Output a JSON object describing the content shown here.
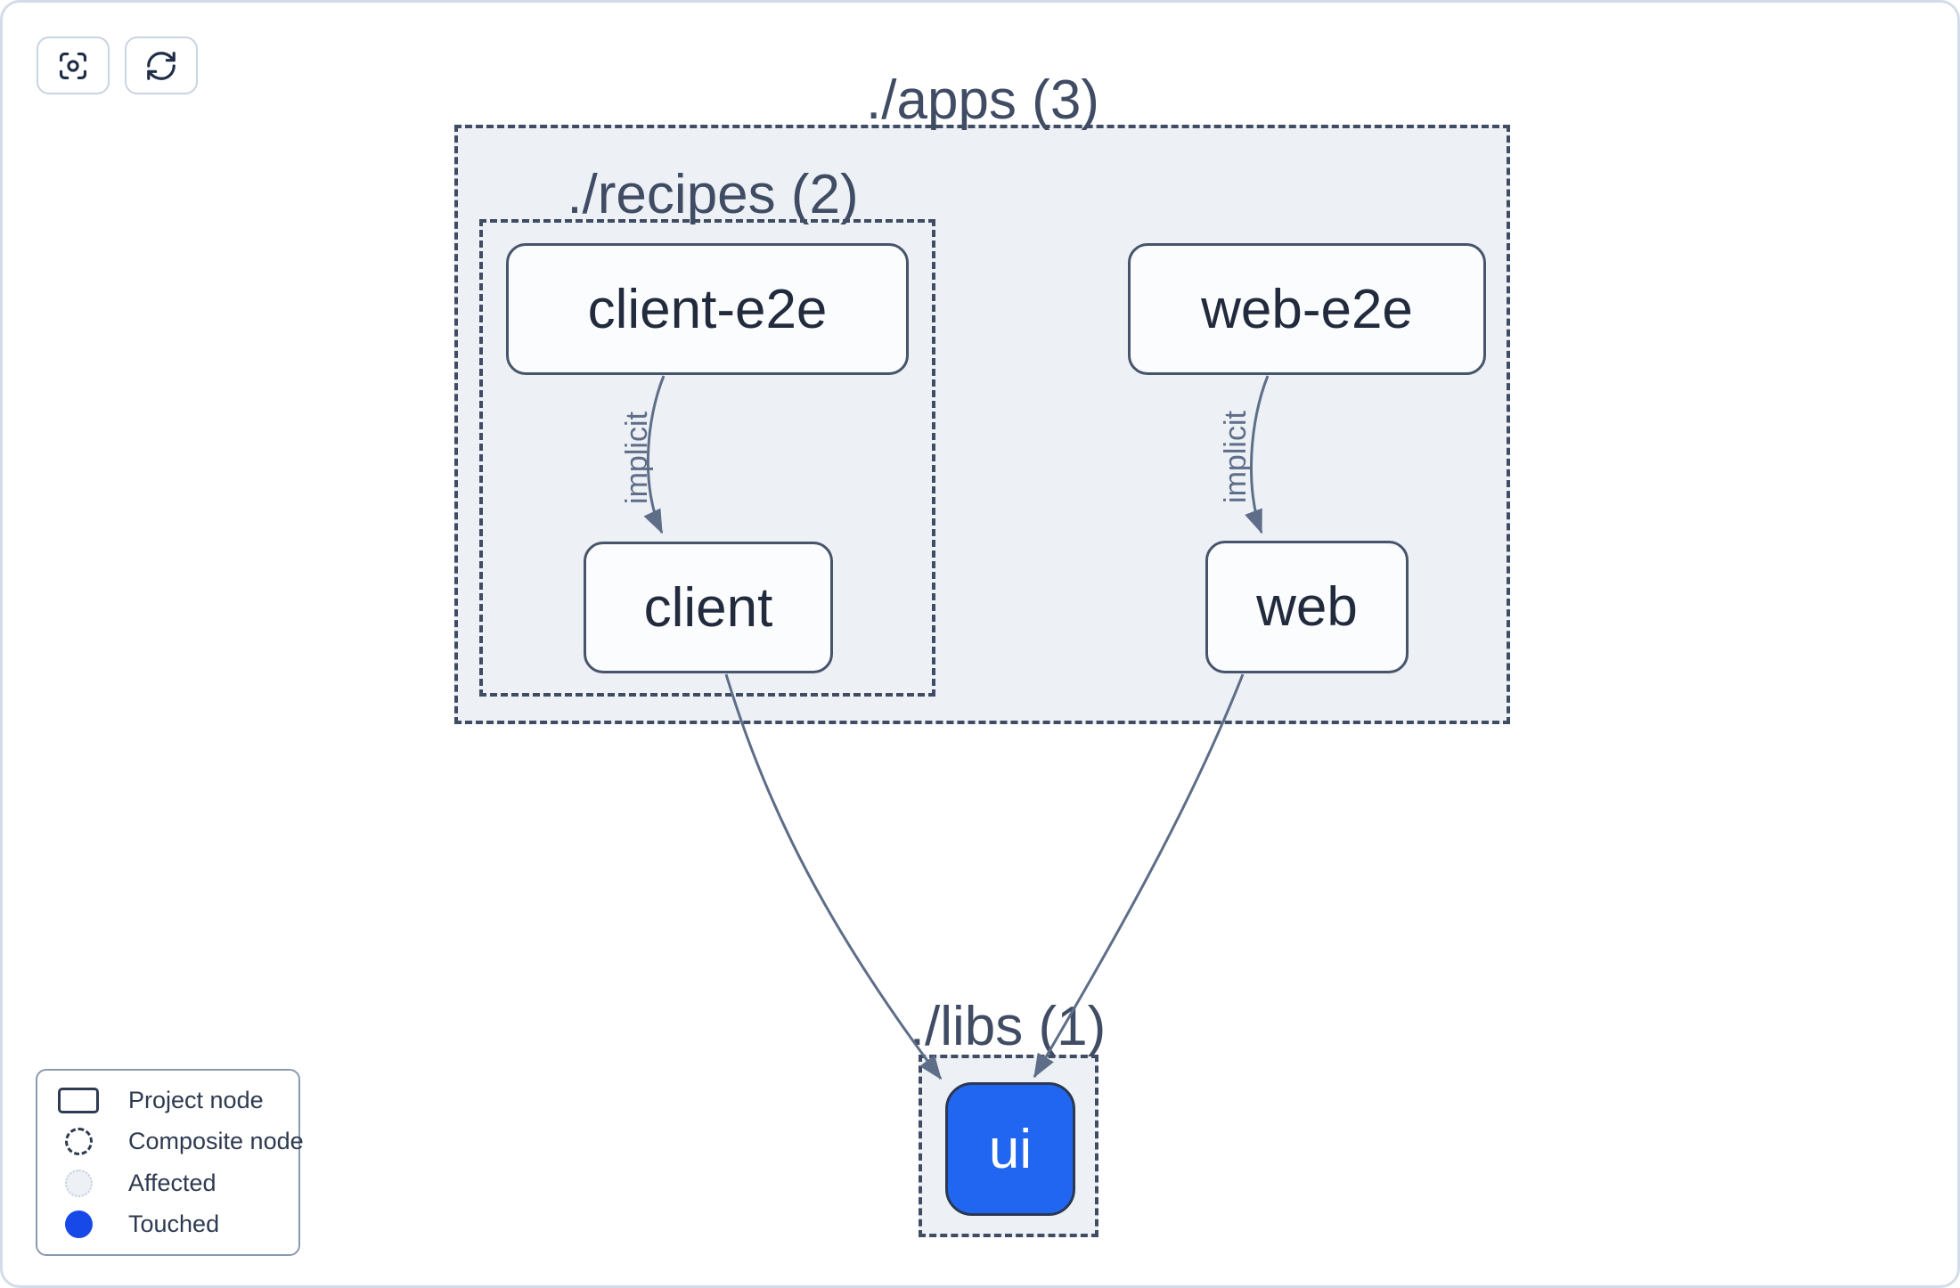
{
  "toolbar": {
    "focus_button": {
      "icon": "focus-icon",
      "label": ""
    },
    "refresh_button": {
      "icon": "refresh-icon",
      "label": ""
    }
  },
  "graph": {
    "groups": [
      {
        "id": "apps",
        "label": "./apps (3)"
      },
      {
        "id": "recipes",
        "label": "./recipes (2)"
      },
      {
        "id": "libs",
        "label": "./libs (1)"
      }
    ],
    "nodes": [
      {
        "id": "client-e2e",
        "label": "client-e2e",
        "state": "default"
      },
      {
        "id": "web-e2e",
        "label": "web-e2e",
        "state": "default"
      },
      {
        "id": "client",
        "label": "client",
        "state": "default"
      },
      {
        "id": "web",
        "label": "web",
        "state": "default"
      },
      {
        "id": "ui",
        "label": "ui",
        "state": "touched"
      }
    ],
    "edges": [
      {
        "from": "client-e2e",
        "to": "client",
        "label": "implicit"
      },
      {
        "from": "web-e2e",
        "to": "web",
        "label": "implicit"
      },
      {
        "from": "client",
        "to": "ui",
        "label": ""
      },
      {
        "from": "web",
        "to": "ui",
        "label": ""
      }
    ]
  },
  "legend": {
    "items": [
      {
        "label": "Project node",
        "swatch": "project"
      },
      {
        "label": "Composite node",
        "swatch": "composite"
      },
      {
        "label": "Affected",
        "swatch": "affected"
      },
      {
        "label": "Touched",
        "swatch": "touched"
      }
    ]
  },
  "colors": {
    "touched_node_fill": "#2166f0",
    "touched_node_text": "#ffffff",
    "touched_legend_dot": "#1748e8",
    "edge": "#5e6e88",
    "dashed_border": "#3f4c63",
    "node_border": "#47546c",
    "node_fill": "#fbfcfd",
    "node_text": "#212b3d",
    "group_fill": "#edf1f6",
    "group_label_text": "#3f4c63",
    "canvas_border": "#d3dcea",
    "button_border": "#c9d4e2",
    "icon": "#202e47",
    "legend_border": "#8b99b0",
    "legend_text": "#2e3a50",
    "affected_fill": "#edf1f6",
    "affected_border": "#c6d0de"
  }
}
